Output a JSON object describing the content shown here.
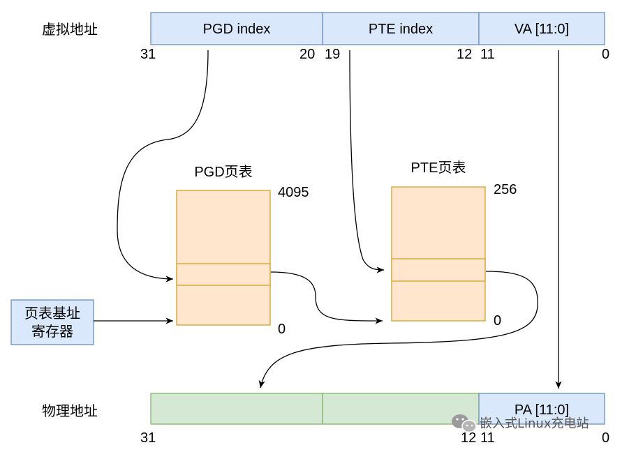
{
  "virtual_address": {
    "label": "虚拟地址",
    "fields": [
      "PGD index",
      "PTE index",
      "VA [11:0]"
    ],
    "bits": [
      "31",
      "20",
      "19",
      "12",
      "11",
      "0"
    ]
  },
  "pgd_table": {
    "title": "PGD页表",
    "top": "4095",
    "bottom": "0"
  },
  "pte_table": {
    "title": "PTE页表",
    "top": "256",
    "bottom": "0"
  },
  "base_register": {
    "line1": "页表基址",
    "line2": "寄存器"
  },
  "physical_address": {
    "label": "物理地址",
    "fields": [
      "",
      "",
      "PA [11:0]"
    ],
    "bits": [
      "31",
      "12",
      "11",
      "0"
    ]
  },
  "watermark": {
    "text": "嵌入式Linux充电站"
  }
}
